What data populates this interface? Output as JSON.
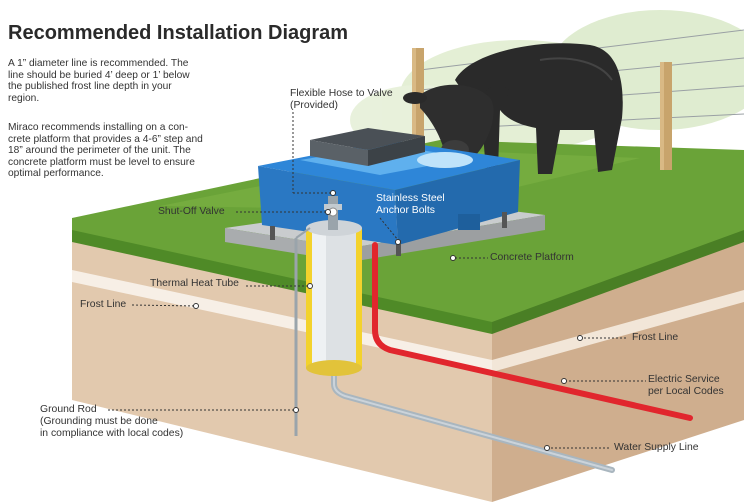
{
  "header": {
    "title": "Recommended Installation Diagram"
  },
  "intro": {
    "paragraph_1": "A 1” diameter line is recommended.  The\nline should be buried 4’ deep or 1’ below\nthe published frost line depth in your\nregion.",
    "paragraph_2": "Miraco recommends installing on a con-\ncrete platform that provides a 4-6” step and\n18” around the perimeter of the unit. The\nconcrete platform must be level to ensure\noptimal performance."
  },
  "labels": {
    "flexible_hose": "Flexible Hose to Valve\n(Provided)",
    "stainless_bolts": "Stainless Steel\nAnchor Bolts",
    "shutoff_valve": "Shut-Off Valve",
    "concrete_platform": "Concrete Platform",
    "thermal_tube": "Thermal Heat Tube",
    "frost_line_left": "Frost Line",
    "frost_line_right": "Frost Line",
    "electric_service": "Electric Service\nper Local Codes",
    "ground_rod": "Ground Rod\n(Grounding must be done\nin compliance with local codes)",
    "water_supply": "Water Supply Line"
  },
  "colors": {
    "grass": "#6aa338",
    "grass_dark": "#4f8a27",
    "soil_top": "#e6cfb6",
    "soil_front": "#dcc0a3",
    "soil_side": "#cfae8e",
    "frost_band": "#f5ebe0",
    "waterer_blue": "#2e86d8",
    "concrete": "#b9bcbf",
    "electric_red": "#e1262d",
    "pipe_gray": "#a9b6bf",
    "heat_tube_yellow": "#f3d22c",
    "cow": "#2a2a2a"
  }
}
